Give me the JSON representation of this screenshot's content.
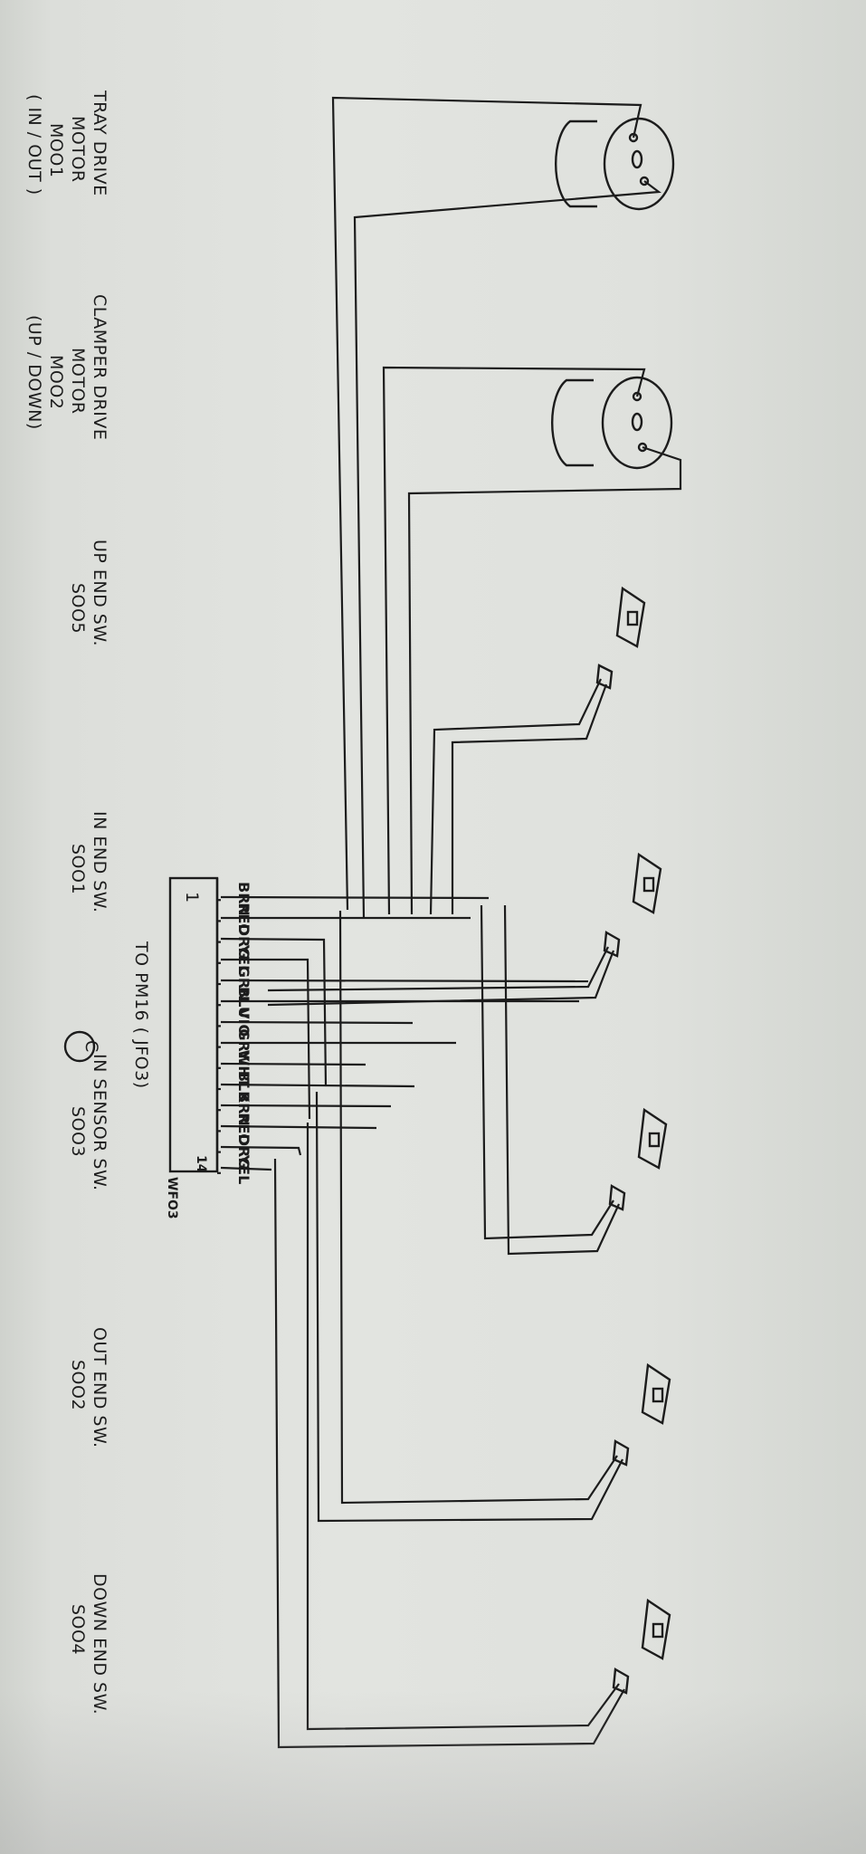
{
  "components": {
    "tray_motor": {
      "lines": [
        "TRAY DRIVE",
        "MOTOR",
        "MOO1",
        "( IN / OUT )"
      ]
    },
    "clamper_motor": {
      "lines": [
        "CLAMPER DRIVE",
        "MOTOR",
        "MOO2",
        "(UP / DOWN)"
      ]
    },
    "up_end_sw": {
      "lines": [
        "UP END SW.",
        "SOO5"
      ]
    },
    "in_end_sw": {
      "lines": [
        "IN END SW.",
        "SOO1"
      ]
    },
    "in_sensor_sw": {
      "lines": [
        "IN SENSOR SW.",
        "SOO3"
      ]
    },
    "out_end_sw": {
      "lines": [
        "OUT END SW.",
        "SOO2"
      ]
    },
    "down_end_sw": {
      "lines": [
        "DOWN END SW.",
        "SOO4"
      ]
    }
  },
  "connector": {
    "pin_first": "1",
    "pin_last": "14",
    "name": "WFO3",
    "wires": [
      "BRN",
      "RED",
      "ORG",
      "YEL",
      "GRN",
      "BLU",
      "VIO",
      "GRY",
      "WHT",
      "BLK",
      "BRN",
      "RED",
      "ORG",
      "YEL"
    ]
  },
  "destination": {
    "label": "TO PM16 ( JFO3)",
    "circle_letter": "C"
  }
}
